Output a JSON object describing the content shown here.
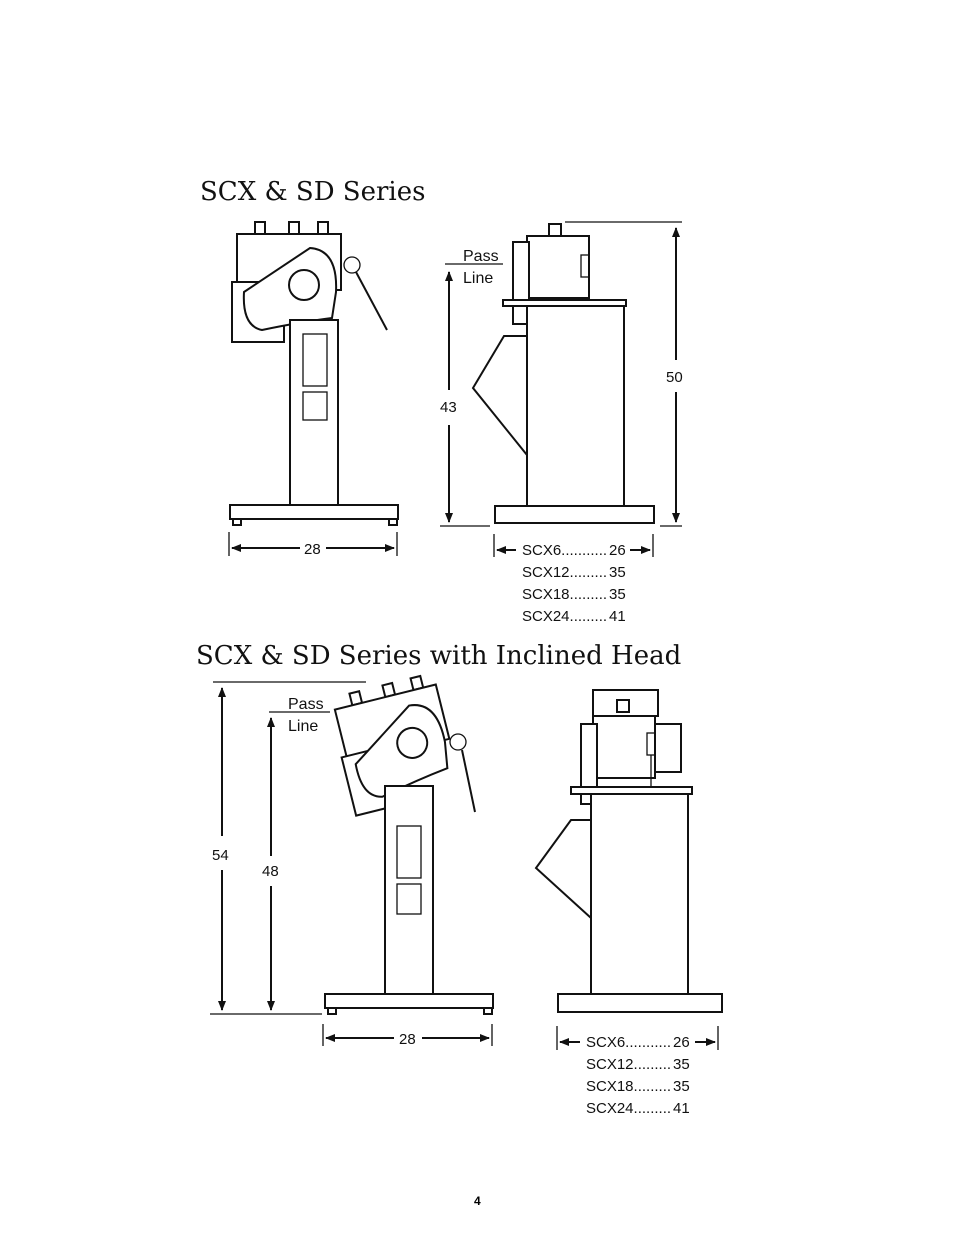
{
  "section1": {
    "title": "SCX & SD Series",
    "pass_line": [
      "Pass",
      "Line"
    ],
    "dim_height_pass": "43",
    "dim_height_total": "50",
    "dim_width_front": "28",
    "depth_table": [
      {
        "model": "SCX6...........",
        "value": "26"
      },
      {
        "model": "SCX12.........",
        "value": "35"
      },
      {
        "model": "SCX18.........",
        "value": "35"
      },
      {
        "model": "SCX24.........",
        "value": "41"
      }
    ]
  },
  "section2": {
    "title": "SCX & SD Series with Inclined Head",
    "pass_line": [
      "Pass",
      "Line"
    ],
    "dim_height_total": "54",
    "dim_height_pass": "48",
    "dim_width_front": "28",
    "depth_table": [
      {
        "model": "SCX6...........",
        "value": "26"
      },
      {
        "model": "SCX12.........",
        "value": "35"
      },
      {
        "model": "SCX18.........",
        "value": "35"
      },
      {
        "model": "SCX24.........",
        "value": "41"
      }
    ]
  },
  "page_number": "4"
}
